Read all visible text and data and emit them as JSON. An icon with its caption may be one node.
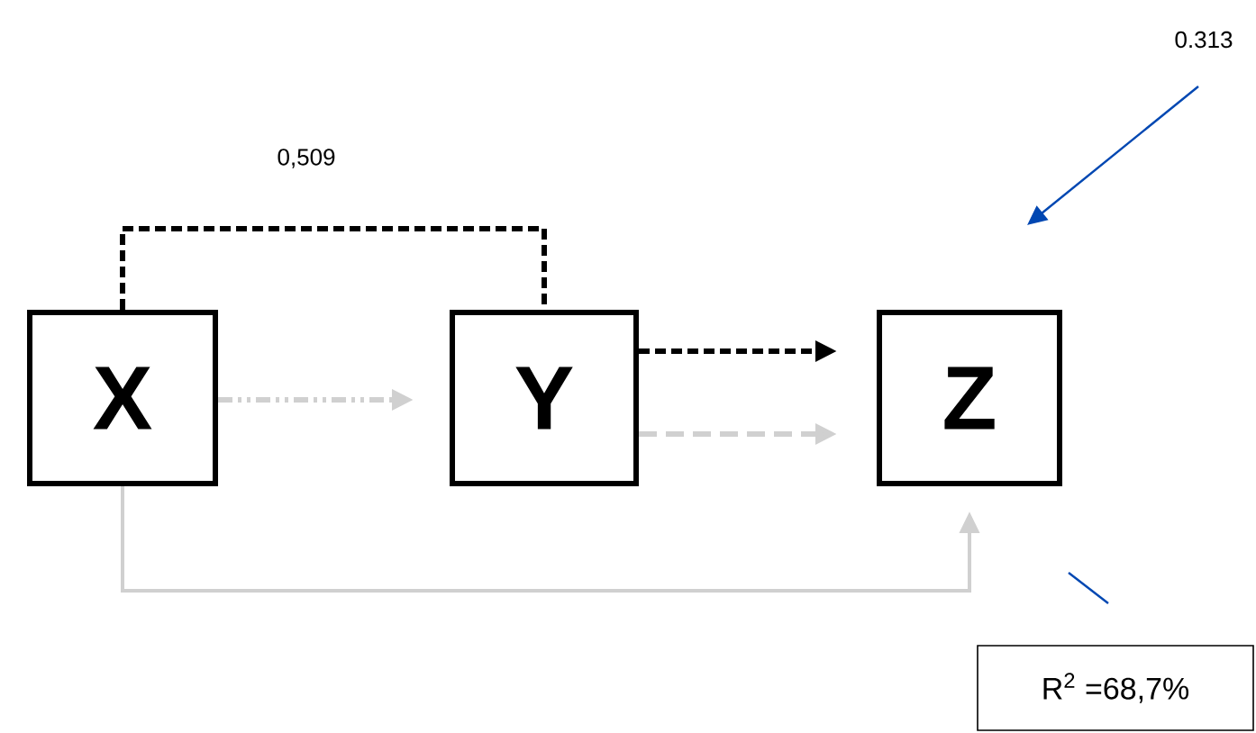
{
  "diagram": {
    "nodes": [
      {
        "text": [
          "X"
        ]
      },
      {
        "text": [
          "Y"
        ]
      },
      {
        "text": [
          "Z"
        ]
      },
      {
        "text": [
          "R$^{2}$ =68,7%"
        ]
      }
    ],
    "edges": [
      {
        "from": 0,
        "to": 1,
        "arrow": "none",
        "style": "dashed",
        "color": "#000000",
        "label": "0,509"
      },
      {
        "from": 0,
        "to": 1,
        "arrow": "to",
        "style": "dashed",
        "color": "#d0d0d0"
      },
      {
        "from": 1,
        "to": 2,
        "arrow": "to",
        "style": "dashed",
        "color": "#000000"
      },
      {
        "from": 1,
        "to": 2,
        "arrow": "to",
        "style": "dashed",
        "color": "#d0d0d0"
      },
      {
        "from": 0,
        "to": 2,
        "arrow": "to",
        "color": "#d0d0d0"
      }
    ],
    "labels": [
      "0.313"
    ]
  }
}
